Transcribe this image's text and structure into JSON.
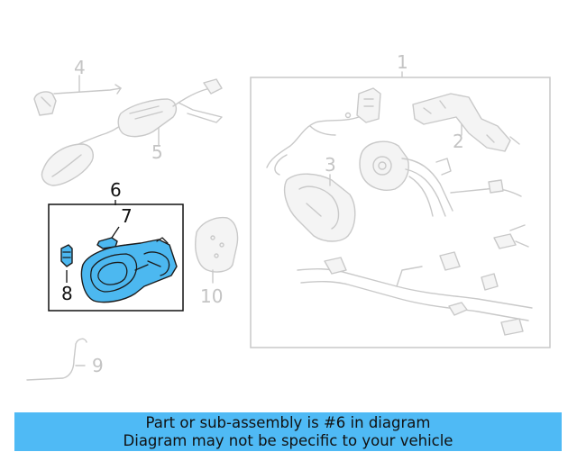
{
  "callouts": {
    "c1": "1",
    "c2": "2",
    "c3": "3",
    "c4": "4",
    "c5": "5",
    "c6": "6",
    "c7": "7",
    "c8": "8",
    "c9": "9",
    "c10": "10"
  },
  "highlight_color": "#4cb8f0",
  "banner": {
    "line1": "Part or sub-assembly is #6 in diagram",
    "line2": "Diagram may not be specific to your vehicle",
    "background": "#4fbaf5"
  }
}
